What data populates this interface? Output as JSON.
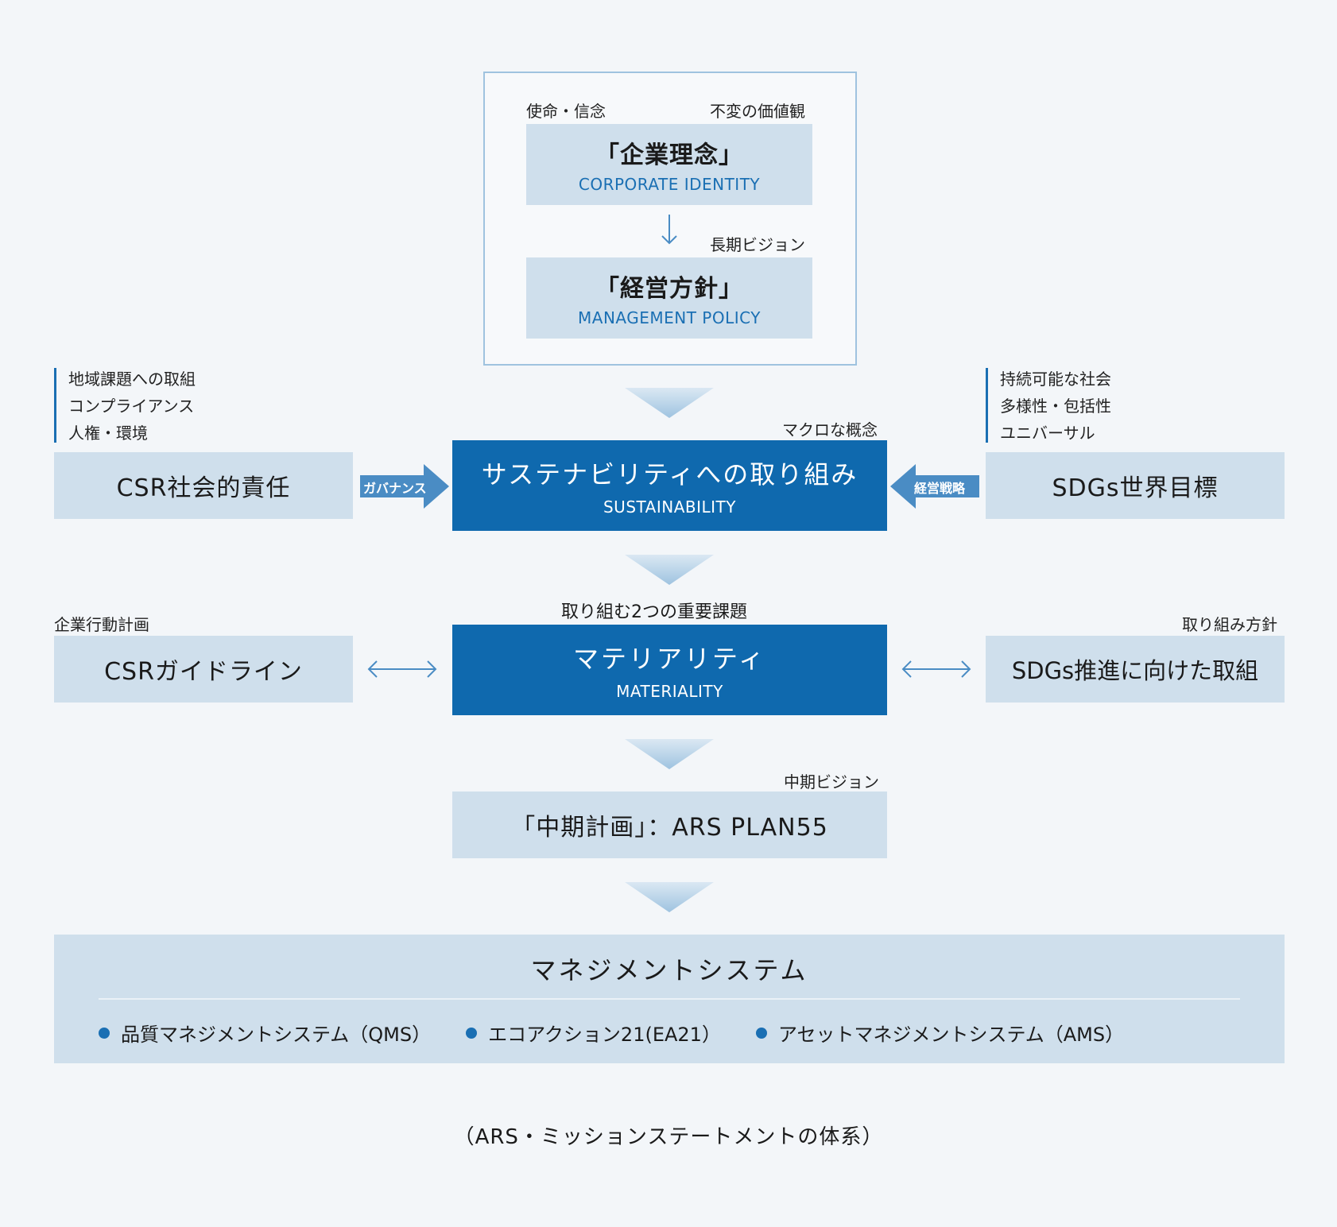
{
  "top": {
    "left_note": "使命・信念",
    "right_note": "不変の価値観",
    "identity": {
      "title": "「企業理念」",
      "sub": "CORPORATE IDENTITY"
    },
    "vision_note": "長期ビジョン",
    "policy": {
      "title": "「経営方針」",
      "sub": "MANAGEMENT POLICY"
    }
  },
  "left_list": [
    "地域課題への取組",
    "コンプライアンス",
    "人権・環境"
  ],
  "right_list": [
    "持続可能な社会",
    "多様性・包括性",
    "ユニバーサル"
  ],
  "macro_note": "マクロな概念",
  "csr": "CSR社会的責任",
  "governance": "ガバナンス",
  "sustainability": {
    "title": "サステナビリティへの取り組み",
    "sub": "SUSTAINABILITY"
  },
  "strategy": "経営戦略",
  "sdgs": "SDGs世界目標",
  "issues_note": "取り組む2つの重要課題",
  "plan_note": "企業行動計画",
  "policy_note": "取り組み方針",
  "csr_guide": "CSRガイドライン",
  "materiality": {
    "title": "マテリアリティ",
    "sub": "MATERIALITY"
  },
  "sdgs_promo": "SDGs推進に向けた取組",
  "mid_vision_note": "中期ビジョン",
  "mid_plan": "「中期計画」：ARS PLAN55",
  "mgmt": {
    "title": "マネジメントシステム",
    "items": [
      "品質マネジメントシステム（QMS）",
      "エコアクション21(EA21）",
      "アセットマネジメントシステム（AMS）"
    ]
  },
  "caption": "（ARS・ミッションステートメントの体系）",
  "colors": {
    "dark_blue": "#0f69ae",
    "light_blue": "#cfdfec",
    "accent": "#1a6fb3"
  }
}
